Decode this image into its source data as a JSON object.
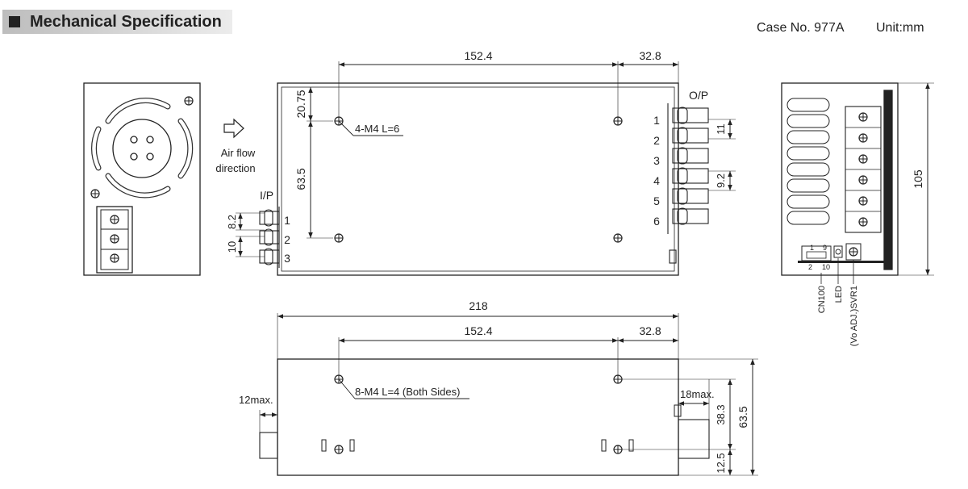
{
  "header": {
    "title": "Mechanical Specification"
  },
  "meta": {
    "case": "Case No. 977A",
    "unit": "Unit:mm"
  },
  "front": {
    "airflow_line1": "Air flow",
    "airflow_line2": "direction"
  },
  "top_view": {
    "dim_152": "152.4",
    "dim_32": "32.8",
    "dim_20": "20.75",
    "dim_63": "63.5",
    "screw_note": "4-M4 L=6",
    "op_label": "O/P",
    "ip_label": "I/P",
    "dim_11": "11",
    "dim_9": "9.2",
    "dim_8": "8.2",
    "dim_10": "10",
    "op_pins": [
      "1",
      "2",
      "3",
      "4",
      "5",
      "6"
    ],
    "ip_pins": [
      "1",
      "2",
      "3"
    ]
  },
  "bottom_view": {
    "dim_218": "218",
    "dim_152": "152.4",
    "dim_32": "32.8",
    "screw_note": "8-M4 L=4 (Both Sides)",
    "dim_12max": "12max.",
    "dim_18max": "18max.",
    "dim_38": "38.3",
    "dim_63": "63.5",
    "dim_12": "12.5"
  },
  "side_view": {
    "dim_105": "105",
    "cn100": "CN100",
    "led": "LED",
    "svr1": "(Vo ADJ.)SVR1",
    "cn_pin_1": "1",
    "cn_pin_9": "9",
    "cn_pin_2": "2",
    "cn_pin_10": "10"
  }
}
